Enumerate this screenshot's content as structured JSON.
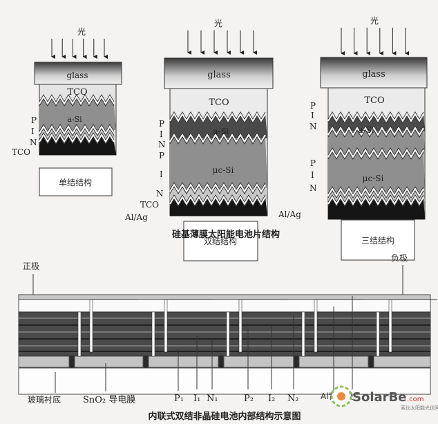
{
  "top_figure": {
    "caption": "硅基薄膜太阳能电池片结构",
    "light_label": "光",
    "cells": [
      {
        "name": "单结结构",
        "glass": "glass",
        "tco": "TCO",
        "absorber": "a-Si",
        "side_labels": [
          "P",
          "I",
          "N",
          "TCO"
        ]
      },
      {
        "name": "双结结构",
        "glass": "glass",
        "tco": "TCO",
        "absorber_top": "a-Si",
        "absorber_bottom": "μc-Si",
        "side_labels": [
          "P",
          "I",
          "N",
          "P",
          "I",
          "N",
          "TCO",
          "Al/Ag"
        ],
        "right_label": "Al/Ag"
      },
      {
        "name": "三结结构",
        "glass": "glass",
        "tco": "TCO",
        "absorber_top": "a-Si",
        "absorber_bottom": "μc-Si",
        "side_labels_top": [
          "P",
          "I",
          "N"
        ],
        "side_labels_bottom": [
          "P",
          "I",
          "N"
        ]
      }
    ]
  },
  "bottom_figure": {
    "caption": "内联式双结非晶硅电池内部结构示意图",
    "positive": "正极",
    "negative": "负极",
    "labels": [
      "玻璃衬底",
      "SnO₂ 导电膜",
      "P₁",
      "I₁",
      "N₁",
      "P₂",
      "I₂",
      "N₂",
      "Al背电极"
    ]
  },
  "watermark": {
    "brand": "SolarBe",
    "suffix": ".com",
    "tagline": "索比太阳能光伏网"
  },
  "colors": {
    "dark_layer": "#4a4a4a",
    "mid_layer": "#8f8f8f",
    "light_layer": "#c8c8c8",
    "black": "#151515"
  }
}
